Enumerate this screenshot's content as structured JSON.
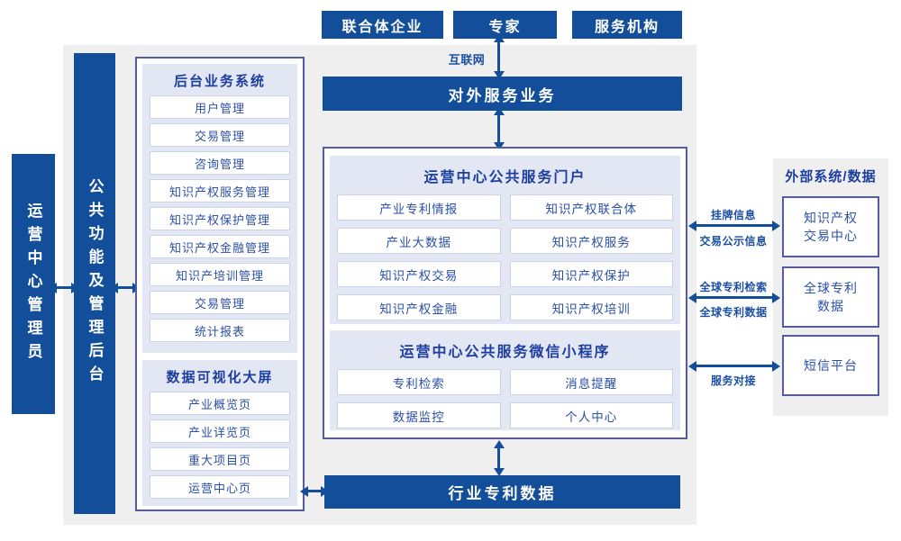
{
  "colors": {
    "primary": "#134e9b",
    "container_border": "#565a9e",
    "light_panel": "#e3e6f3",
    "item_border": "#ccd2e6",
    "text_navy": "#1c3e9e",
    "item_text": "#2b50a8",
    "label_text": "#1c4fa1",
    "gray_panel": "#efefef"
  },
  "top_actors": [
    {
      "label": "联合体企业"
    },
    {
      "label": "专家"
    },
    {
      "label": "服务机构"
    }
  ],
  "internet_label": "互联网",
  "external_service_bar": "对外服务业务",
  "left_bars": {
    "admin": "运营中心管理员",
    "backend_platform": "公共功能及管理后台"
  },
  "backend": {
    "title": "后台业务系统",
    "items": [
      "用户管理",
      "交易管理",
      "咨询管理",
      "知识产权服务管理",
      "知识产权保护管理",
      "知识产权金融管理",
      "知识产培训管理",
      "交易管理",
      "统计报表"
    ]
  },
  "dashboard": {
    "title": "数据可视化大屏",
    "items": [
      "产业概览页",
      "产业详览页",
      "重大项目页",
      "运营中心页"
    ]
  },
  "portal": {
    "title": "运营中心公共服务门户",
    "items": [
      "产业专利情报",
      "知识产权联合体",
      "产业大数据",
      "知识产权服务",
      "知识产权交易",
      "知识产权保护",
      "知识产权金融",
      "知识产权培训"
    ]
  },
  "miniprogram": {
    "title": "运营中心公共服务微信小程序",
    "items": [
      "专利检索",
      "消息提醒",
      "数据监控",
      "个人中心"
    ]
  },
  "industry_bar": "行业专利数据",
  "external": {
    "title": "外部系统/数据",
    "systems": [
      "知识产权交易中心",
      "全球专利数据",
      "短信平台"
    ]
  },
  "link_labels": {
    "listing_info": "挂牌信息",
    "trade_publicity": "交易公示信息",
    "global_patent_search": "全球专利检索",
    "global_patent_data": "全球专利数据",
    "service_connect": "服务对接"
  }
}
